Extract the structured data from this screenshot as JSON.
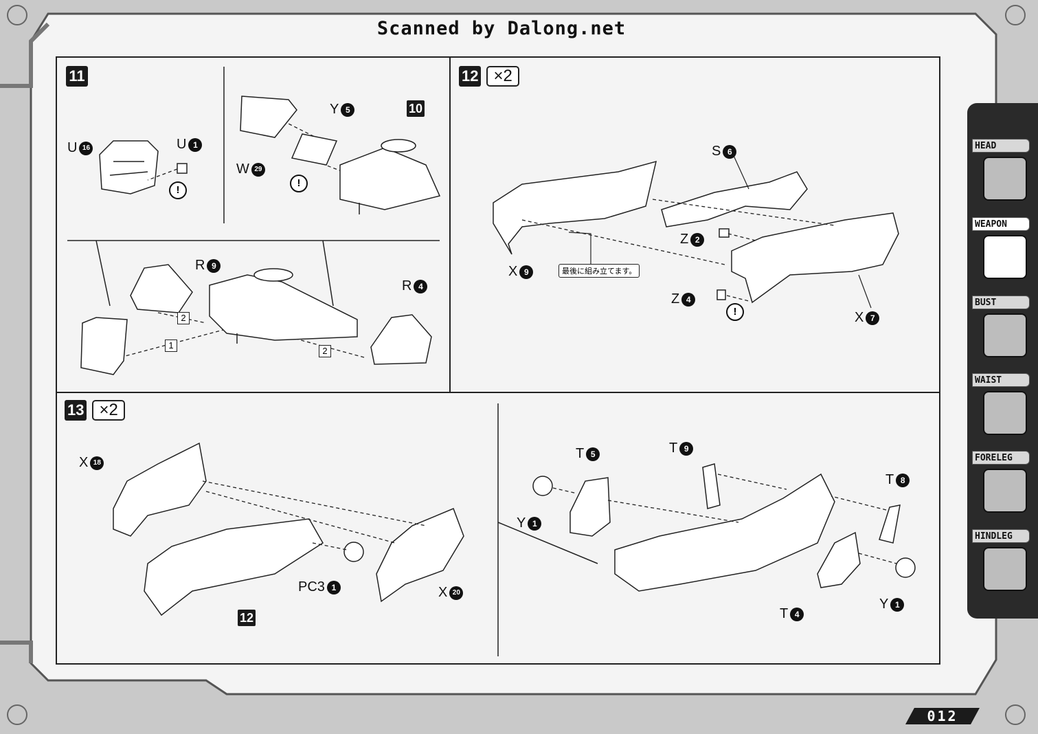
{
  "header": {
    "scanner_text": "Scanned by Dalong.net"
  },
  "steps": {
    "s11": {
      "number": "11",
      "parts": {
        "u16": {
          "letter": "U",
          "num": "16"
        },
        "u1": {
          "letter": "U",
          "num": "1"
        },
        "w29": {
          "letter": "W",
          "num": "29"
        },
        "y5": {
          "letter": "Y",
          "num": "5"
        },
        "r9": {
          "letter": "R",
          "num": "9"
        },
        "r4": {
          "letter": "R",
          "num": "4"
        }
      },
      "ref_step": "10",
      "seq": [
        "2",
        "1",
        "2"
      ],
      "warning": "!"
    },
    "s12": {
      "number": "12",
      "multiplier": "×2",
      "parts": {
        "s6": {
          "letter": "S",
          "num": "6"
        },
        "z2": {
          "letter": "Z",
          "num": "2"
        },
        "x9": {
          "letter": "X",
          "num": "9"
        },
        "z4": {
          "letter": "Z",
          "num": "4"
        },
        "x7": {
          "letter": "X",
          "num": "7"
        }
      },
      "note": "最後に組み立てます。",
      "warning": "!"
    },
    "s13": {
      "number": "13",
      "multiplier": "×2",
      "parts": {
        "x18": {
          "letter": "X",
          "num": "18"
        },
        "pc3": {
          "letter": "PC3",
          "num": "1"
        },
        "x20": {
          "letter": "X",
          "num": "20"
        },
        "t5": {
          "letter": "T",
          "num": "5"
        },
        "t9": {
          "letter": "T",
          "num": "9"
        },
        "t8": {
          "letter": "T",
          "num": "8"
        },
        "y1a": {
          "letter": "Y",
          "num": "1"
        },
        "t4": {
          "letter": "T",
          "num": "4"
        },
        "y1b": {
          "letter": "Y",
          "num": "1"
        }
      },
      "ref_step": "12"
    }
  },
  "sidebar": {
    "tabs": [
      {
        "label": "HEAD",
        "icon": "head-icon"
      },
      {
        "label": "WEAPON",
        "icon": "weapon-icon",
        "active": true
      },
      {
        "label": "BUST",
        "icon": "bust-icon"
      },
      {
        "label": "WAIST",
        "icon": "waist-icon"
      },
      {
        "label": "FORELEG",
        "icon": "foreleg-icon"
      },
      {
        "label": "HINDLEG",
        "icon": "hindleg-icon"
      }
    ]
  },
  "footer": {
    "page_number": "012"
  }
}
